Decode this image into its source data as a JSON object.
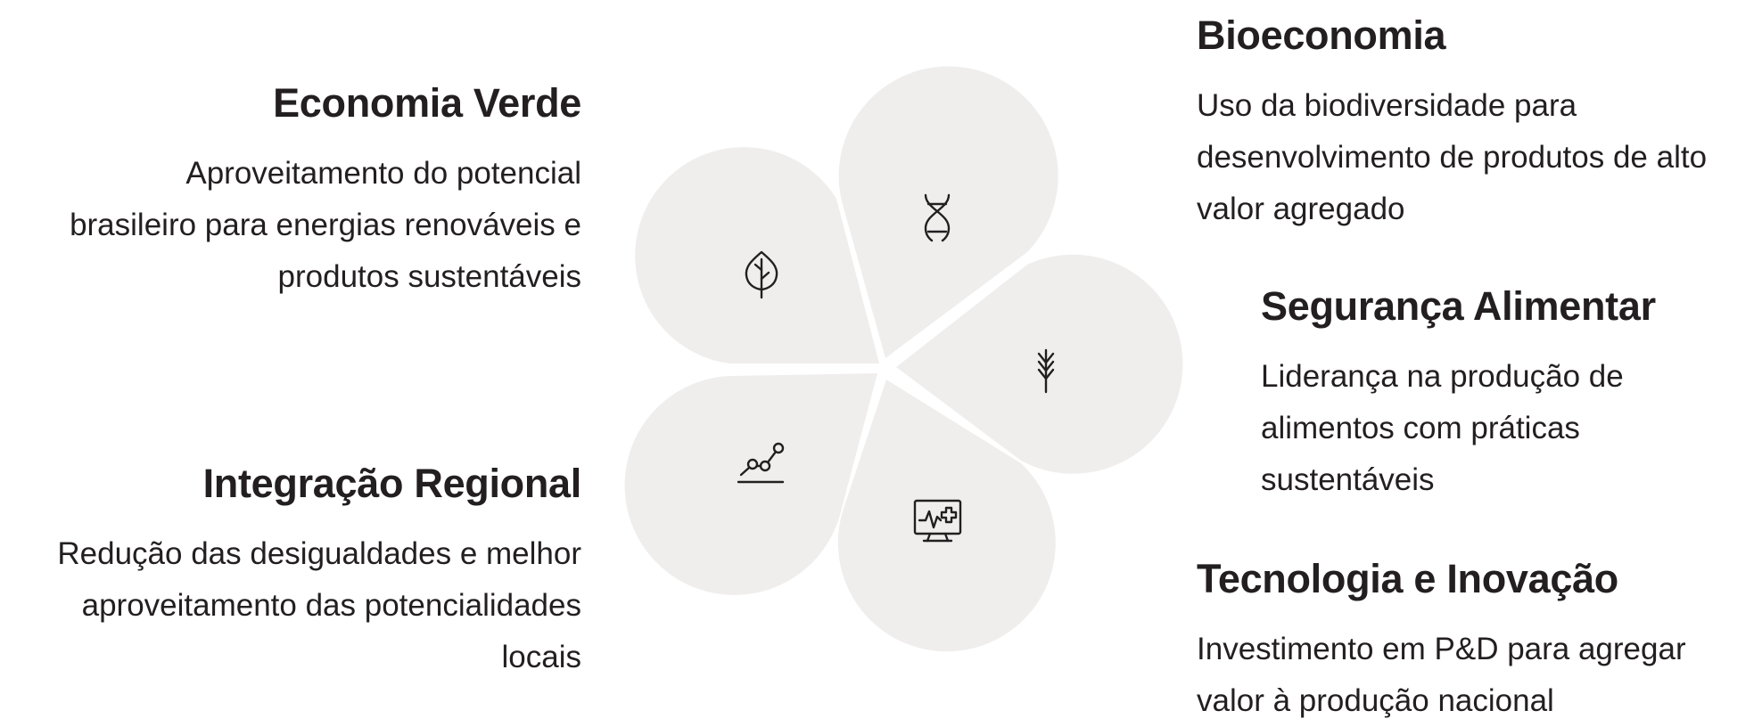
{
  "items": [
    {
      "title": "Economia Verde",
      "lines": [
        "Aproveitamento do potencial",
        "brasileiro para energias renováveis e",
        "produtos sustentáveis"
      ],
      "icon": "leaf-icon"
    },
    {
      "title": "Integração Regional",
      "lines": [
        "Redução das desigualdades e melhor",
        "aproveitamento das potencialidades",
        "locais"
      ],
      "icon": "line-chart-icon"
    },
    {
      "title": "Bioeconomia",
      "lines": [
        "Uso da biodiversidade para",
        "desenvolvimento de produtos de alto",
        "valor agregado"
      ],
      "icon": "dna-icon"
    },
    {
      "title": "Segurança Alimentar",
      "lines": [
        "Liderança na produção de",
        "alimentos com práticas",
        "sustentáveis"
      ],
      "icon": "wheat-icon"
    },
    {
      "title": "Tecnologia e Inovação",
      "lines": [
        "Investimento em P&D para agregar",
        "valor à produção nacional"
      ],
      "icon": "monitor-health-icon"
    }
  ],
  "colors": {
    "petal": "#f0eeed",
    "text": "#231f20"
  }
}
